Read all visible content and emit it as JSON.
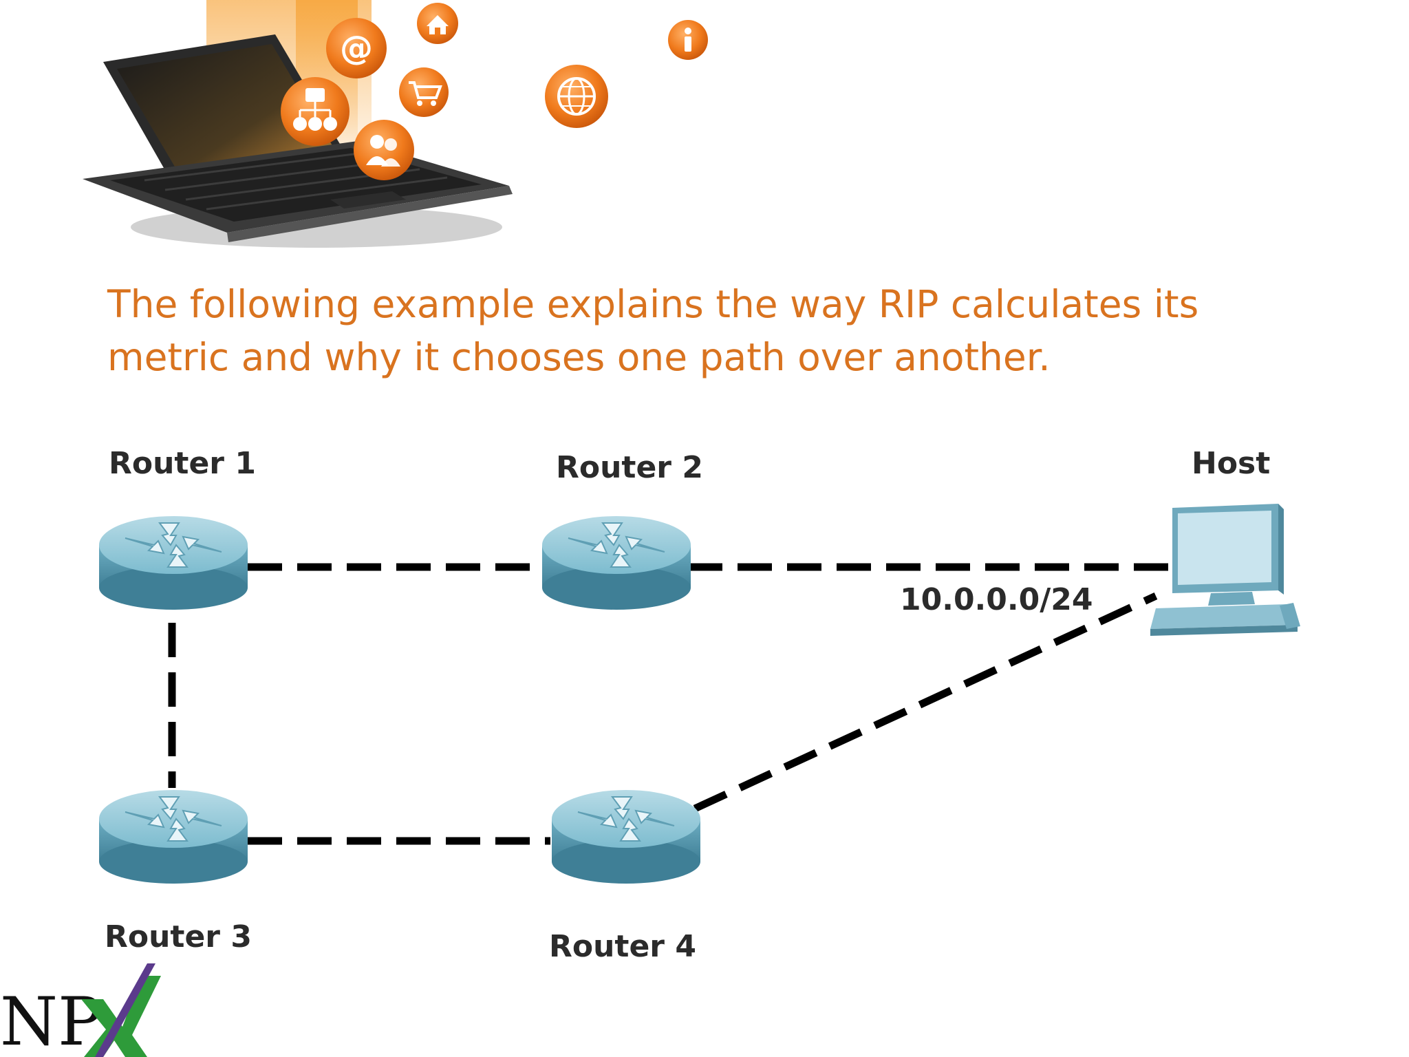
{
  "intro_text": "The following example explains the way RIP calculates its metric and why it chooses one path over another.",
  "diagram": {
    "nodes": {
      "router1": "Router 1",
      "router2": "Router 2",
      "router3": "Router 3",
      "router4": "Router 4",
      "host": "Host"
    },
    "network_label": "10.0.0.0/24",
    "links": [
      {
        "from": "Router 1",
        "to": "Router 2",
        "style": "dashed"
      },
      {
        "from": "Router 2",
        "to": "Host",
        "style": "dashed"
      },
      {
        "from": "Router 1",
        "to": "Router 3",
        "style": "dashed"
      },
      {
        "from": "Router 3",
        "to": "Router 4",
        "style": "dashed"
      },
      {
        "from": "Router 4",
        "to": "Host",
        "style": "dashed"
      }
    ]
  },
  "hero_icons": [
    "at-icon",
    "home-icon",
    "info-icon",
    "shopping-cart-icon",
    "globe-icon",
    "sitemap-icon",
    "users-icon"
  ],
  "logo": {
    "text": "NPX"
  },
  "colors": {
    "accent_orange": "#d9731f",
    "icon_orange": "#f07a1c",
    "router_blue": "#6fb3c8",
    "line_black": "#000000",
    "logo_green": "#2e9b3a",
    "logo_purple": "#5b3b8c"
  }
}
